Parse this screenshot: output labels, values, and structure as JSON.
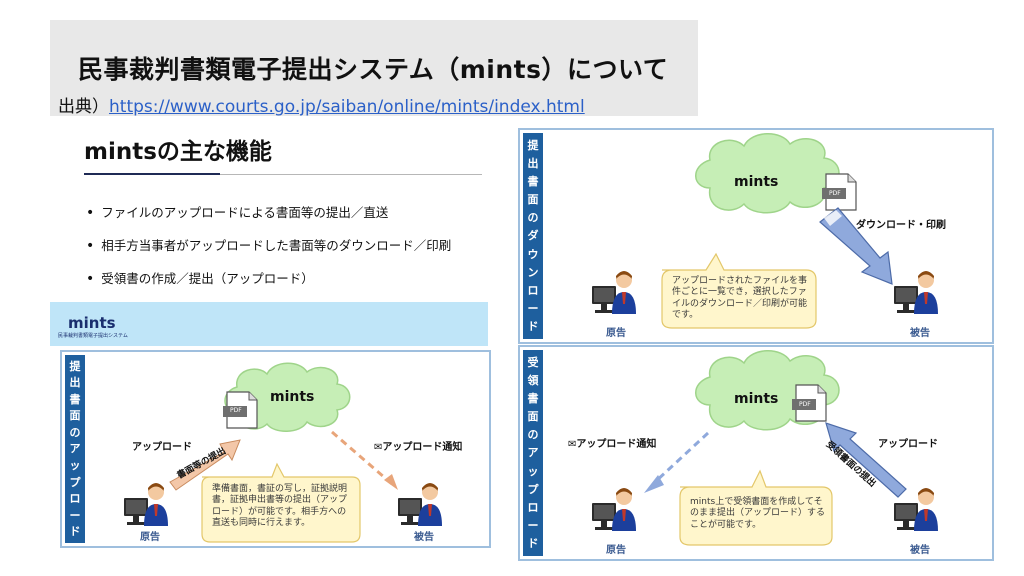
{
  "header": {
    "title": "民事裁判書類電子提出システム（mints）について",
    "source_prefix": "出典）",
    "source_url": "https://www.courts.go.jp/saiban/online/mints/index.html"
  },
  "section": {
    "heading": "mintsの主な機能",
    "features": [
      "ファイルのアップロードによる書面等の提出／直送",
      "相手方当事者がアップロードした書面等のダウンロード／印刷",
      "受領書の作成／提出（アップロード）"
    ]
  },
  "panel_upload": {
    "logo": "mints",
    "logo_sub": "民事裁判書類電子提出システム",
    "side_label": [
      "提",
      "出",
      "書",
      "面",
      "の",
      "ア",
      "ッ",
      "プ",
      "ロ",
      "ー",
      "ド"
    ],
    "cloud_label": "mints",
    "pdf_label": "PDF",
    "upload_label": "アップロード",
    "arrow_label": "書面等の提出",
    "notify_label": "アップロード通知",
    "bubble_text": "準備書面，書証の写し，証拠説明書，証拠申出書等の提出（アップロード）が可能です。相手方への直送も同時に行えます。",
    "plaintiff": "原告",
    "defendant": "被告"
  },
  "panel_download": {
    "side_label": [
      "提",
      "出",
      "書",
      "面",
      "の",
      "ダ",
      "ウ",
      "ン",
      "ロ",
      "ー",
      "ド"
    ],
    "cloud_label": "mints",
    "pdf_label": "PDF",
    "action_label": "ダウンロード・印刷",
    "bubble_text": "アップロードされたファイルを事件ごとに一覧でき，選択したファイルのダウンロード／印刷が可能です。",
    "plaintiff": "原告",
    "defendant": "被告"
  },
  "panel_receipt": {
    "side_label": [
      "受",
      "領",
      "書",
      "面",
      "の",
      "ア",
      "ッ",
      "プ",
      "ロ",
      "ー",
      "ド"
    ],
    "cloud_label": "mints",
    "pdf_label": "PDF",
    "notify_label": "アップロード通知",
    "upload_label": "アップロード",
    "arrow_label": "受領書面の提出",
    "bubble_text": "mints上で受領書面を作成してそのまま提出（アップロード）することが可能です。",
    "plaintiff": "原告",
    "defendant": "被告"
  },
  "colors": {
    "accent_blue": "#1e5f9e",
    "panel_border": "#9fbfde",
    "cloud_fill": "#c6eeb6",
    "bubble_fill": "#fff6cc",
    "upload_arrow": "#f3c7a8",
    "download_arrow": "#8fa9dc"
  }
}
